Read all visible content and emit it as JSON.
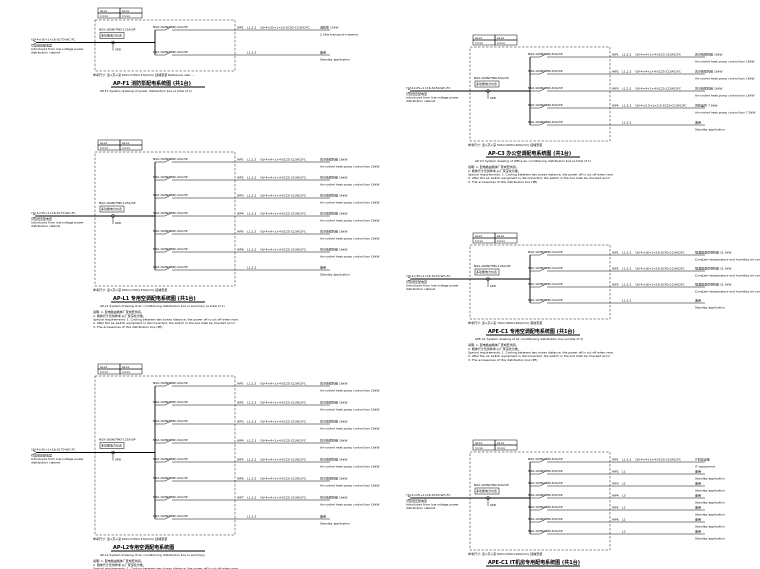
{
  "diagrams": [
    {
      "title": "AP-F1 消防泵配电系统图 (共1台)",
      "subtitle": "AP-F1 System drawing of power distribution box (a total of 1)",
      "incoming": "YJV-4×35+1×16-SC70-WC-FC",
      "incoming_note": "引自低压配电室\nIntroduced from low-voltage power\ndistribution cabinet",
      "main_breaker": "NSX-160N/TMD-125A/3P",
      "footer": "参考尺寸: 宽×高×深 600×1700×370(mm) 挂墙安装 Reference size: ...",
      "circuits": [
        {
          "id": "WP1",
          "phase": "L1,2,3",
          "cable": "YJV-4×25+1×16-SC50-CC/WC/FC",
          "load": "消防泵 15kW",
          "desc": "2.2Kw transport+reserve"
        },
        {
          "id": "",
          "phase": "L1,2,3",
          "cable": "",
          "load": "备用",
          "desc": "Standby application"
        }
      ]
    },
    {
      "title": "AP-L1 专用空调配电系统图 (共1台)",
      "subtitle": "AP-L1 System drawing of air conditioning distribution box in summary (a total of 1)",
      "incoming": "YJV-4×35+1×16-SC70-WC-FC",
      "incoming_note": "引自低压配电室\nIntroduced from low-voltage power\ndistribution cabinet",
      "main_breaker": "NSX-160N/TMD-125A/3P",
      "footer": "参考尺寸: 宽×高×深 600×1700×370(mm) 挂墙安装",
      "circuits": [
        {
          "id": "WP1",
          "phase": "L1,2,3",
          "cable": "YJV-4×4+1×4-SC25-CC/WC/FC",
          "load": "风冷热泵机组 16kW",
          "desc": "Air-cooled heat pump control box 16kW"
        },
        {
          "id": "WP2",
          "phase": "L1,2,3",
          "cable": "YJV-4×4+1×4-SC25-CC/WC/FC",
          "load": "风冷热泵机组 16kW",
          "desc": "Air-cooled heat pump control box 16kW"
        },
        {
          "id": "WP3",
          "phase": "L1,2,3",
          "cable": "YJV-4×4+1×4-SC25-CC/WC/FC",
          "load": "风冷热泵机组 16kW",
          "desc": "Air-cooled heat pump control box 16kW"
        },
        {
          "id": "WP4",
          "phase": "L1,2,3",
          "cable": "YJV-4×4+1×4-SC25-CC/WC/FC",
          "load": "风冷热泵机组 16kW",
          "desc": "Air-cooled heat pump control box 16kW"
        },
        {
          "id": "WP5",
          "phase": "L1,2,3",
          "cable": "YJV-4×4+1×4-SC25-CC/WC/FC",
          "load": "风冷热泵机组 16kW",
          "desc": "Air-cooled heat pump control box 16kW"
        },
        {
          "id": "WP6",
          "phase": "L1,2,3",
          "cable": "YJV-4×4+1×4-SC25-CC/WC/FC",
          "load": "风冷热泵机组 16kW",
          "desc": "Air-cooled heat pump control box 16kW"
        },
        {
          "id": "",
          "phase": "L1,2,3",
          "cable": "",
          "load": "备用",
          "desc": "Standby application"
        }
      ]
    },
    {
      "title": "AP-L2专用空调配电系统图",
      "subtitle": "AP-L2 System drawing of air conditioning distribution box in summary",
      "incoming": "YJV-4×35+1×16-SC70-WC-FC",
      "incoming_note": "引自低压配电室\nIntroduced from low-voltage power\ndistribution cabinet",
      "main_breaker": "NSX-160N/TMD-125A/3P",
      "footer": "参考尺寸: 宽×高×深 600×1700×370(mm) 挂墙安装",
      "circuits": [
        {
          "id": "WP1",
          "phase": "L1,2,3",
          "cable": "YJV-4×4+1×4-SC25-CC/WC/FC",
          "load": "风冷热泵机组 16kW",
          "desc": "Air-cooled heat pump control box 16kW"
        },
        {
          "id": "WP2",
          "phase": "L1,2,3",
          "cable": "YJV-4×4+1×4-SC25-CC/WC/FC",
          "load": "风冷热泵机组 16kW",
          "desc": "Air-cooled heat pump control box 16kW"
        },
        {
          "id": "WP3",
          "phase": "L1,2,3",
          "cable": "YJV-4×4+1×4-SC25-CC/WC/FC",
          "load": "风冷热泵机组 16kW",
          "desc": "Air-cooled heat pump control box 16kW"
        },
        {
          "id": "WP4",
          "phase": "L1,2,3",
          "cable": "YJV-4×4+1×4-SC25-CC/WC/FC",
          "load": "风冷热泵机组 16kW",
          "desc": "Air-cooled heat pump control box 16kW"
        },
        {
          "id": "WP5",
          "phase": "L1,2,3",
          "cable": "YJV-4×4+1×4-SC25-CC/WC/FC",
          "load": "风冷热泵机组 16kW",
          "desc": "Air-cooled heat pump control box 16kW"
        },
        {
          "id": "WP6",
          "phase": "L1,2,3",
          "cable": "YJV-4×4+1×4-SC25-CC/WC/FC",
          "load": "风冷热泵机组 16kW",
          "desc": "Air-cooled heat pump control box 16kW"
        },
        {
          "id": "WP7",
          "phase": "L1,2,3",
          "cable": "YJV-4×4+1×4-SC25-CC/WC/FC",
          "load": "风冷热泵机组 16kW",
          "desc": "Air-cooled heat pump control box 16kW"
        },
        {
          "id": "",
          "phase": "L1,2,3",
          "cable": "",
          "load": "备用",
          "desc": "Standby application"
        }
      ]
    },
    {
      "title": "AP-C3 办公空调配电系统图 (共1台)",
      "subtitle": "AP-C3 System drawing of Office air conditioning distribution box (a total of 1)",
      "incoming": "YJV-4×25+1×16-SC50-WC-FC",
      "incoming_note": "引自低压配电室\nIntroduced from low-voltage power\ndistribution cabinet",
      "main_breaker": "NSX-100N/TMD-63A/3P",
      "footer": "参考尺寸: 宽×高×深 500×1000×200(mm) 挂墙安装",
      "circuits": [
        {
          "id": "WP1",
          "phase": "L1,2,3",
          "cable": "YJV-4×4+1×4-SC25-CC/WC/FC",
          "load": "风冷热泵机组 16kW",
          "desc": "Air-cooled heat pump control box 16kW"
        },
        {
          "id": "WP2",
          "phase": "L1,2,3",
          "cable": "YJV-4×4+1×4-SC25-CC/WC/FC",
          "load": "风冷热泵机组 16kW",
          "desc": "Air-cooled heat pump control box 16kW"
        },
        {
          "id": "WP3",
          "phase": "L1,2,3",
          "cable": "YJV-4×4+1×4-SC25-CC/WC/FC",
          "load": "风冷热泵机组 16kW",
          "desc": "Air-cooled heat pump control box 16kW"
        },
        {
          "id": "WP4",
          "phase": "L1,2,3",
          "cable": "YJV-4×2.5+1×2.5-SC20-CC/WC/FC",
          "load": "风机盘管 7.5kW",
          "desc": "Air-cooled heat pump control box 7.5kW"
        },
        {
          "id": "",
          "phase": "L1,2,3",
          "cable": "",
          "load": "备用",
          "desc": "Standby application"
        }
      ]
    },
    {
      "title": "APE-C1 专用空调配电系统图 (共1台)",
      "subtitle": "APE-C1 System drawing of air conditioning distribution box (a total of 1)",
      "incoming": "YJV-4×35+1×16-SC70-WC-FC",
      "incoming_note": "引自低压配电室\nIntroduced from low-voltage power\ndistribution cabinet",
      "main_breaker": "NSX-160N/TMD-125A/3P",
      "footer": "参考尺寸: 宽×高×深 700×1800×400(mm) 落地安装",
      "circuits": [
        {
          "id": "WP1",
          "phase": "L1,2,3",
          "cable": "YJV-4×16+1×16-SC40-CC/WC/FC",
          "load": "恒温恒湿空调机组 31.5kW",
          "desc": "Constant temperature and humidity air conditioner 31.5kW"
        },
        {
          "id": "WP2",
          "phase": "L1,2,3",
          "cable": "YJV-4×16+1×16-SC40-CC/WC/FC",
          "load": "恒温恒湿空调机组 31.5kW",
          "desc": "Constant temperature and humidity air conditioner 31.5kW"
        },
        {
          "id": "WP3",
          "phase": "L1,2,3",
          "cable": "YJV-4×16+1×16-SC40-CC/WC/FC",
          "load": "恒温恒湿空调机组 31.5kW",
          "desc": "Constant temperature and humidity air conditioner 31.5kW"
        },
        {
          "id": "",
          "phase": "L1,2,3",
          "cable": "",
          "load": "备用",
          "desc": "Standby application"
        }
      ]
    },
    {
      "title": "APE-C1 IT机房专用配电系统图 (共1台)",
      "subtitle": "APE-C1 System drawing of special distribution box in IT (a total of 1)",
      "incoming": "YJV-4×25+1×16-SC50-WC-FC",
      "incoming_note": "引自低压配电室\nIntroduced from low-voltage power\ndistribution cabinet",
      "main_breaker": "NSX-100N/TMD-63A/3P",
      "footer": "参考尺寸: 宽×高×深 600×1000×200(mm) 挂墙安装",
      "circuits": [
        {
          "id": "WP1",
          "phase": "L1,2,3",
          "cable": "YJV-4×4+1×4-SC25-CC/WC/FC",
          "load": "IT机房设备",
          "desc": "IT equipment"
        },
        {
          "id": "WP2",
          "phase": "L1",
          "cable": "",
          "load": "备用",
          "desc": "Standby application"
        },
        {
          "id": "WP3",
          "phase": "L2",
          "cable": "",
          "load": "备用",
          "desc": "Standby application"
        },
        {
          "id": "WP4",
          "phase": "L3",
          "cable": "",
          "load": "备用",
          "desc": "Standby application"
        },
        {
          "id": "WP5",
          "phase": "L1",
          "cable": "",
          "load": "备用",
          "desc": "Standby application"
        },
        {
          "id": "WP6",
          "phase": "L2",
          "cable": "",
          "load": "备用",
          "desc": "Standby application"
        },
        {
          "id": "",
          "phase": "L3",
          "cable": "",
          "load": "备用",
          "desc": "Standby application"
        }
      ]
    }
  ],
  "notes_title": "说明: 1. 配电箱由箱体厂家成套供货。",
  "notes_lines": [
    "2. 箱体尺寸仅供参考,以厂家深化为准。",
    "Special requirements: 1. Cooling between two boxes distance, the power off is cut off when resetting the supply from the fire center.",
    "2. After the air switch equipment is disconnected, the switch in the box shall be checked according to the related normal regulations and the fire control.",
    "3. The accessories of this distribution box (PE)"
  ],
  "header_cells": [
    "ALxx",
    "1×xx",
    "ALxx",
    "1×xx"
  ],
  "meter_label": "多功能电力仪表",
  "spd_label": "SPD",
  "colors": {
    "line": "#000000",
    "paper": "#ffffff"
  }
}
